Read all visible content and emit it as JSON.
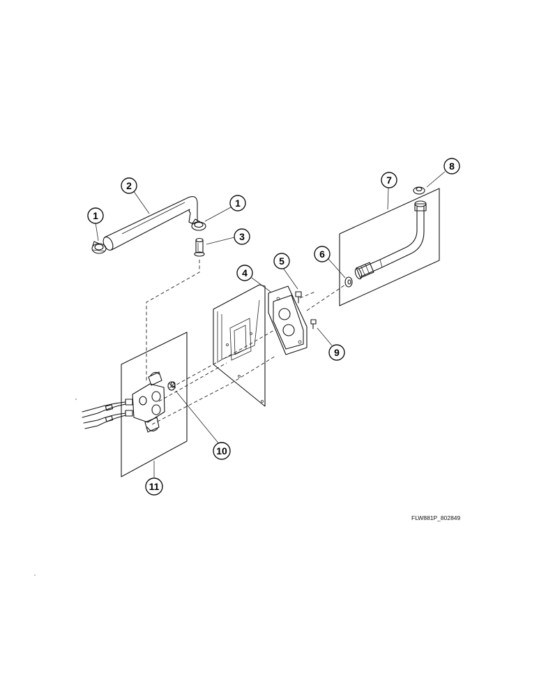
{
  "figure": {
    "code": "FLW881P_802849",
    "callouts": [
      {
        "id": "1a",
        "label": "1"
      },
      {
        "id": "1b",
        "label": "1"
      },
      {
        "id": "2",
        "label": "2"
      },
      {
        "id": "3",
        "label": "3"
      },
      {
        "id": "4",
        "label": "4"
      },
      {
        "id": "5",
        "label": "5"
      },
      {
        "id": "6",
        "label": "6"
      },
      {
        "id": "7",
        "label": "7"
      },
      {
        "id": "8",
        "label": "8"
      },
      {
        "id": "9",
        "label": "9"
      },
      {
        "id": "10",
        "label": "10"
      },
      {
        "id": "11",
        "label": "11"
      }
    ]
  }
}
